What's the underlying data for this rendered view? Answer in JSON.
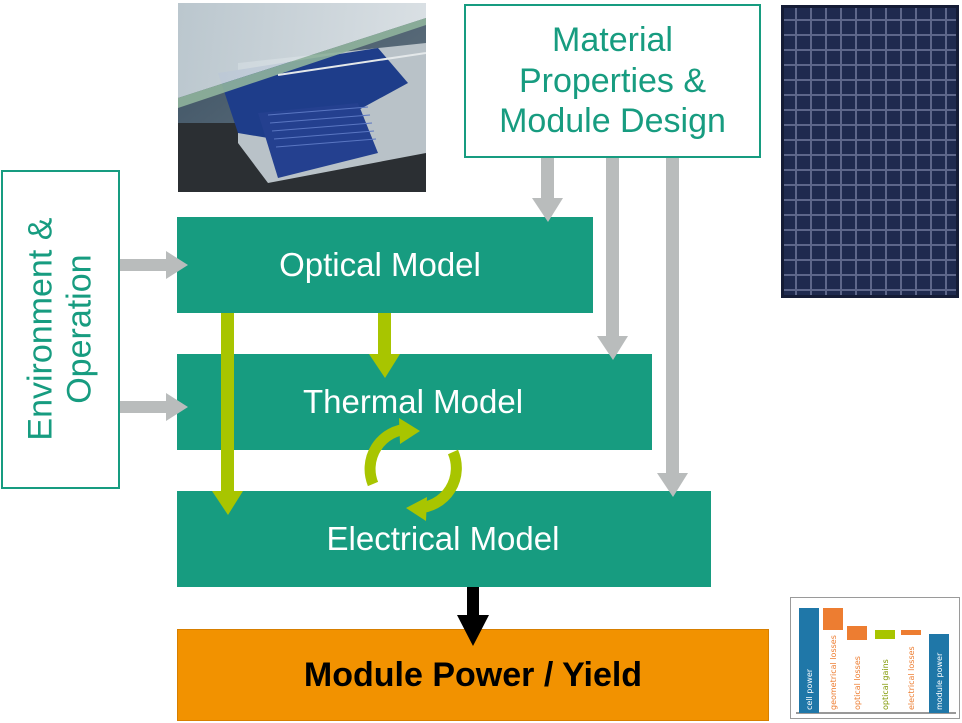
{
  "diagram": {
    "material_box": {
      "line1": "Material",
      "line2": "Properties &",
      "line3": "Module Design"
    },
    "environment_box": {
      "line1": "Environment &",
      "line2": "Operation"
    },
    "optical_model": "Optical Model",
    "thermal_model": "Thermal Model",
    "electrical_model": "Electrical Model",
    "output_box": "Module Power / Yield",
    "waterfall_chart": {
      "labels": [
        "cell power",
        "geometrical losses",
        "optical losses",
        "optical gains",
        "electrical losses",
        "module power"
      ]
    }
  },
  "colors": {
    "teal": "#179c80",
    "orange": "#f29200",
    "gray_arrow": "#b9bcbc",
    "lime_arrow": "#a8c500",
    "black_arrow": "#000000"
  }
}
